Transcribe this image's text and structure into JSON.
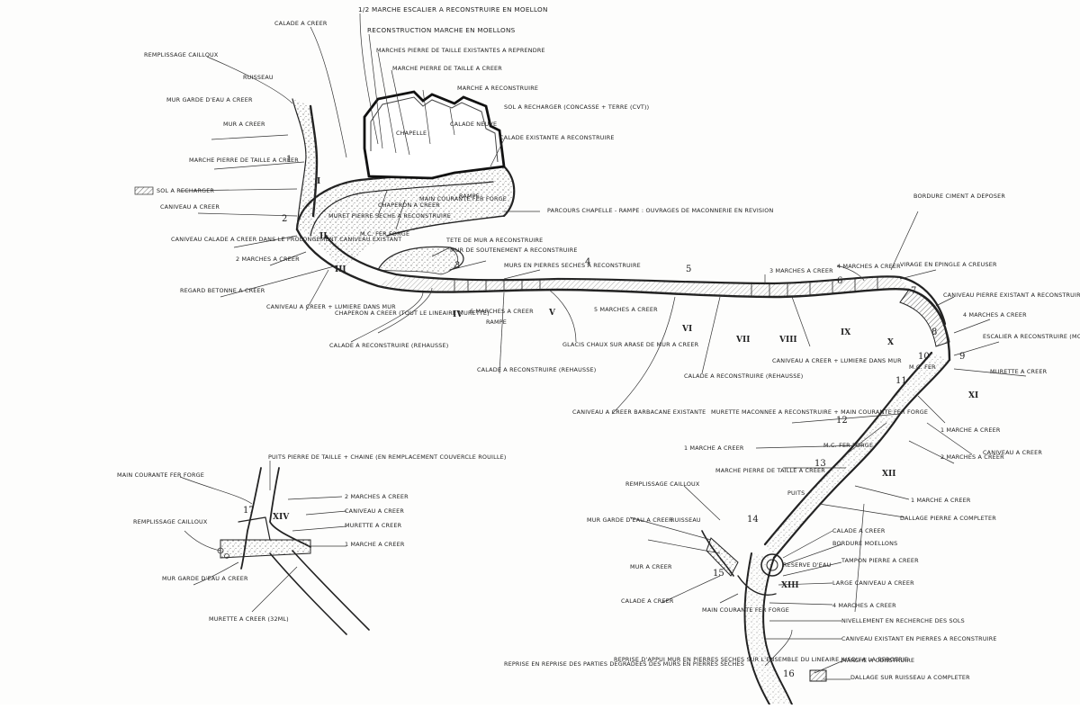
{
  "labels": {
    "calade_creer_top": "CALADE A CREER",
    "marche_escalier": "1/2 MARCHE ESCALIER A RECONSTRUIRE EN MOELLON",
    "reconstruction_marche": "RECONSTRUCTION MARCHE EN MOELLONS",
    "pierres_taille": "MARCHES PIERRE DE TAILLE EXISTANTES A REPRENDRE",
    "marche_pierre_taille": "MARCHE PIERRE DE TAILLE A CREER",
    "marche_reconstruire": "MARCHE A RECONSTRUIRE",
    "sol_recharger_top": "SOL A RECHARGER (CONCASSE + TERRE (CVT))",
    "remplissage_cailloux": "REMPLISSAGE CAILLOUX",
    "ruisseau": "RUISSEAU",
    "mur_garde_eau": "MUR GARDE D'EAU A CREER",
    "mur_a_creer": "MUR A CREER",
    "marche_pierre_taille_left": "MARCHE PIERRE DE TAILLE A CREER",
    "sol_recharger_left": "SOL A RECHARGER",
    "caniveau_creer_left": "CANIVEAU A CREER",
    "caniveau_calade": "CANIVEAU CALADE A CREER DANS LE PROLONGEMENT CANIVEAU EXISTANT",
    "marches_creer_2": "2 MARCHES A CREER",
    "regard_betonne": "REGARD BETONNE A CREER",
    "caniveau_lumiere": "CANIVEAU A CREER + LUMIERE DANS MUR",
    "chapelle": "CHAPELLE",
    "calade_neuve": "CALADE NEUVE",
    "calade_existante": "CALADE EXISTANTE A RECONSTRUIRE",
    "main_courante_top": "MAIN COURANTE FER FORGE",
    "chaperon_creer_1": "CHAPERON A CREER",
    "rampe_top": "RAMPE",
    "parcours": "PARCOURS CHAPELLE - RAMPE : OUVRAGES DE MACONNERIE EN REVISION",
    "muret_pierre_seche": "MURET PIERRE SECHE A RECONSTRUIRE",
    "mc_fer_forge": "M.C. FER FORGE",
    "tete_mur": "TETE DE MUR A RECONSTRUIRE",
    "mur_soutenement": "MUR DE SOUTENEMENT A RECONSTRUIRE",
    "murs_pierres_seches": "MURS EN PIERRES SECHES A RECONSTRUIRE",
    "six_marches": "6 MARCHES A CREER",
    "cinq_marches": "5 MARCHES A CREER",
    "rampe_mid": "RAMPE",
    "chaperon_creer_2": "CHAPERON A CREER (TOUT LE LINEAIRE MURETTE)",
    "calade_rehausse_1": "CALADE A RECONSTRUIRE (REHAUSSE)",
    "calade_rehausse_2": "CALADE A RECONSTRUIRE (REHAUSSE)",
    "glacis": "GLACIS CHAUX SUR ARASE DE MUR A CREER",
    "caniveau_barbacane": "CANIVEAU A CREER BARBACANE EXISTANTE",
    "calade_rehausse_3": "CALADE A RECONSTRUIRE (REHAUSSE)",
    "caniveau_lumiere_2": "CANIVEAU A CREER + LUMIERE DANS MUR",
    "trois_marches": "3 MARCHES A CREER",
    "quatre_marches_top": "4 MARCHES A CREER",
    "bordure_ciment": "BORDURE CIMENT A DEPOSER",
    "virage_epingle": "VIRAGE EN EPINGLE A CREUSER",
    "caniveau_pierre": "CANIVEAU PIERRE EXISTANT A RECONSTRUIRE",
    "quatre_marches_right": "4 MARCHES A CREER",
    "escalier_reconstruire": "ESCALIER A RECONSTRUIRE (MONOBLOCS)",
    "murette_creer_right": "MURETTE A CREER",
    "mc_fer_right": "M.C. FER",
    "une_marche_right": "1 MARCHE A CREER",
    "deux_marches_right": "2 MARCHES A CREER",
    "caniveau_creer_right": "CANIVEAU A CREER",
    "murette_maconnee": "MURETTE MACONNEE A RECONSTRUIRE + MAIN COURANTE FER FORGE",
    "mc_fer_forge_2": "M.C. FER FORGE",
    "une_marche_mid": "1 MARCHE A CREER",
    "marche_pierre_taille_b": "MARCHE PIERRE DE TAILLE A CREER",
    "puits": "PUITS",
    "une_marche_low": "1 MARCHE A CREER",
    "dallage_pierre": "DALLAGE PIERRE A COMPLETER",
    "remplissage_b": "REMPLISSAGE CAILLOUX",
    "mur_garde_b": "MUR GARDE D'EAU A CREER",
    "ruisseau_b": "RUISSEAU",
    "mur_creer_b": "MUR A CREER",
    "calade_creer_b": "CALADE A CREER",
    "bordure_moellons": "BORDURE MOELLONS",
    "reserve_eau": "RESERVE D'EAU",
    "tampon": "TAMPON PIERRE A CREER",
    "large_caniveau": "LARGE CANIVEAU A CREER",
    "calade_creer_b2": "CALADE A CREER",
    "main_courante_b": "MAIN COURANTE FER FORGE",
    "quatre_marches_b": "4 MARCHES A CREER",
    "nivellement": "NIVELLEMENT EN RECHERCHE DES SOLS",
    "caniveau_existant": "CANIVEAU EXISTANT EN PIERRES A RECONSTRUIRE",
    "reprise_base": "REPRISE EN REPRISE DES PARTIES DEGRADEES DES MURS EN PIERRES SECHES",
    "reprise_appui": "REPRISE D'APPUI MUR EN PIERRES SECHES SUR L'ENSEMBLE DU LINEAIRE JUSQU'A LA BERGERIE",
    "marche_construire": "MARCHE A CONSTRUIRE",
    "dallage_ruisseau": "DALLAGE SUR RUISSEAU A COMPLETER",
    "puits_pierre": "PUITS PIERRE DE TAILLE + CHAINE (EN REMPLACEMENT COUVERCLE ROUILLE)",
    "main_courante_inset": "MAIN COURANTE FER FORGE",
    "deux_marches_inset": "2 MARCHES A CREER",
    "caniveau_inset": "CANIVEAU A CREER",
    "murette_inset": "MURETTE A CREER",
    "une_marche_inset": "1 MARCHE A CREER",
    "remplissage_inset": "REMPLISSAGE CAILLOUX",
    "mur_garde_inset": "MUR GARDE D'EAU A CREER",
    "murette_32": "MURETTE A CREER (32ML)"
  },
  "sections": [
    "I",
    "II",
    "III",
    "IV",
    "V",
    "VI",
    "VII",
    "VIII",
    "IX",
    "X",
    "XI",
    "XII",
    "XIII",
    "XIV"
  ],
  "points": [
    "1",
    "2",
    "3",
    "4",
    "5",
    "6",
    "7",
    "8",
    "9",
    "10",
    "11",
    "12",
    "13",
    "14",
    "15",
    "16",
    "17"
  ]
}
